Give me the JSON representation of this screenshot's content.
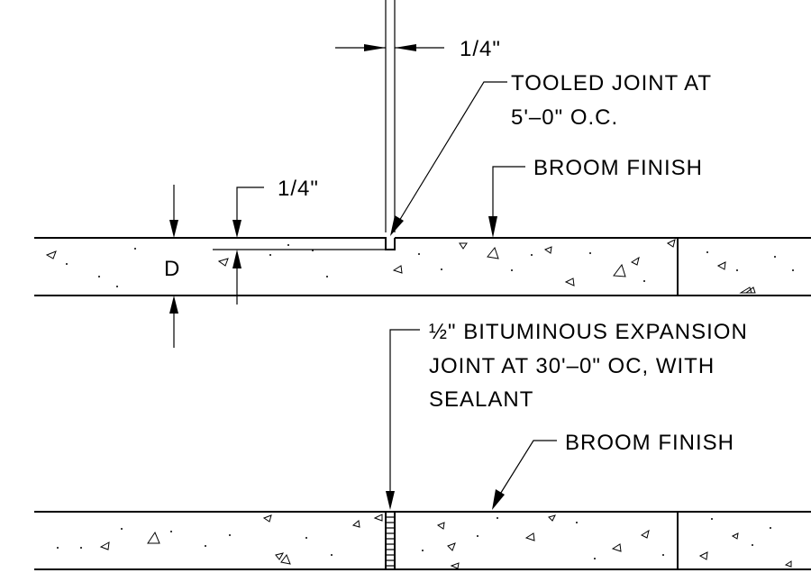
{
  "annotations": {
    "tooled_joint_width": "1/4\"",
    "tooled_joint_note": [
      "TOOLED JOINT AT",
      "5'–0\" O.C."
    ],
    "broom_finish_upper": "BROOM FINISH",
    "joint_depth": "1/4\"",
    "slab_thickness": "D",
    "expansion_joint_note": [
      "½\" BITUMINOUS EXPANSION",
      "JOINT AT 30'–0\" OC, WITH",
      "SEALANT"
    ],
    "broom_finish_lower": "BROOM FINISH"
  },
  "colors": {
    "line": "#000000",
    "background": "#ffffff"
  }
}
